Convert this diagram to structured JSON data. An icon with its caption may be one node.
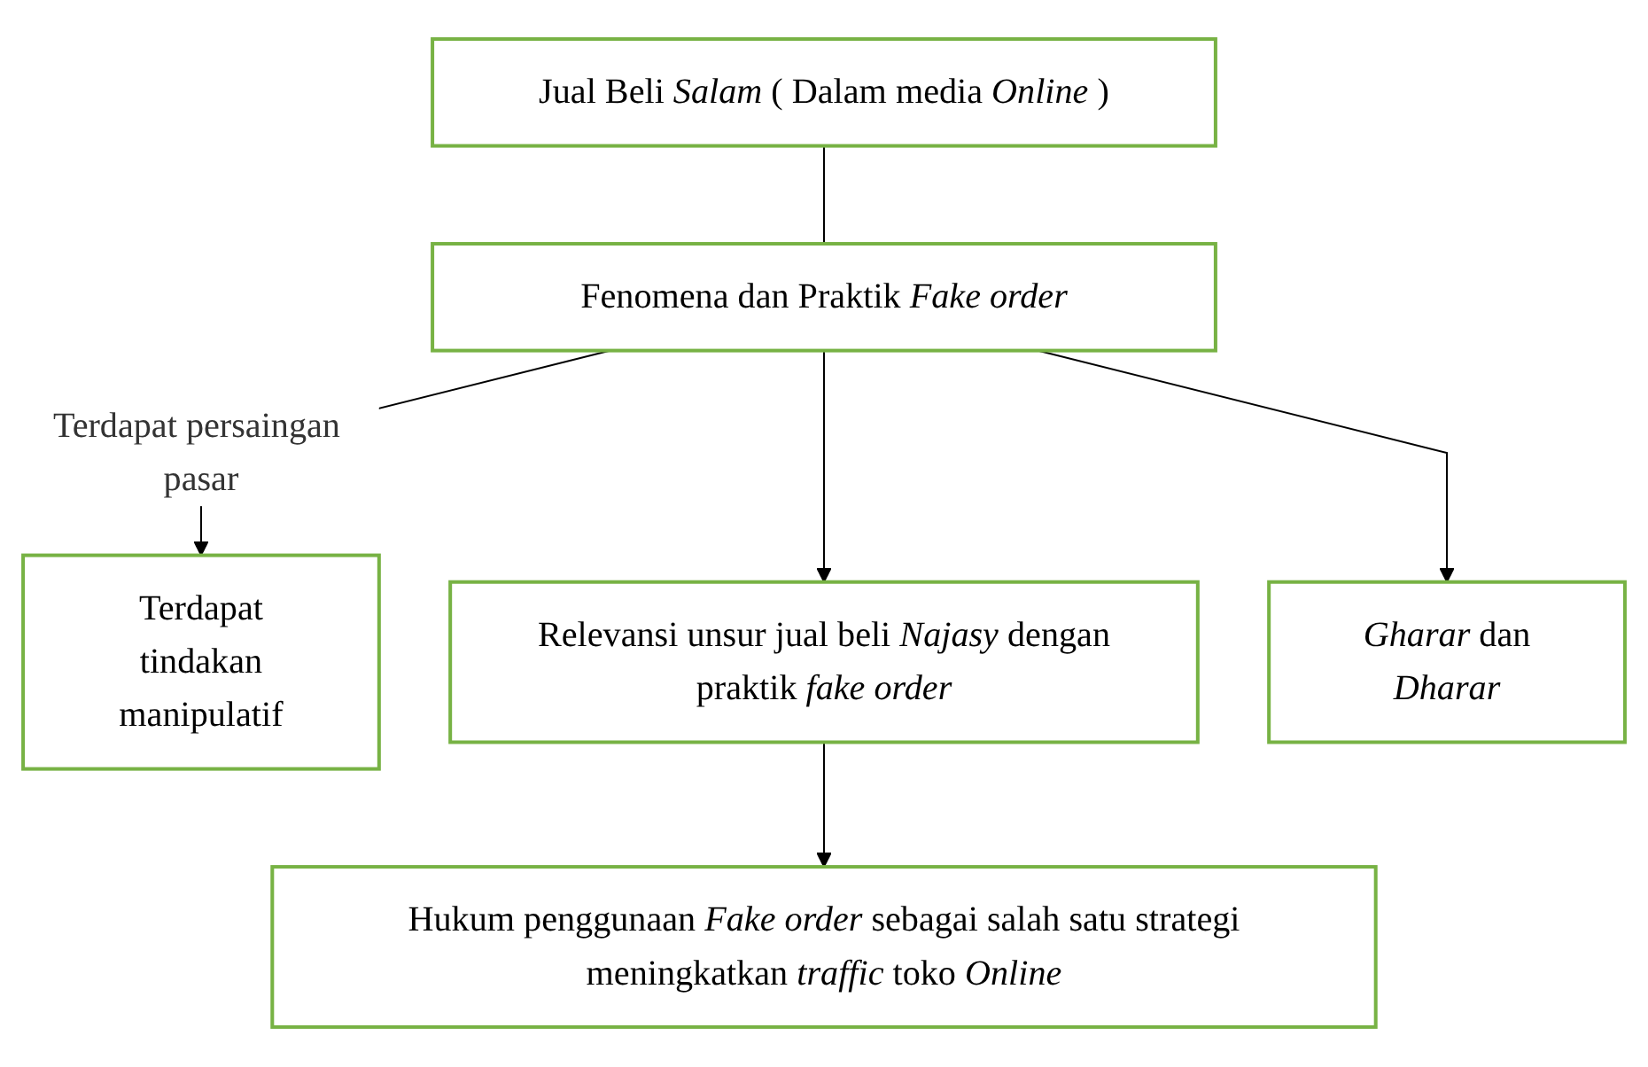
{
  "diagram": {
    "nodes": [
      {
        "text": [
          "Jual Beli *Salam* ( Dalam media *Online* )"
        ]
      },
      {
        "text": [
          "Fenomena dan Praktik *Fake order*"
        ]
      },
      {
        "text": [
          "Terdapat tindakan manipulatif"
        ]
      },
      {
        "text": [
          "Relevansi unsur jual beli *Najasy* dengan praktik *fake order*"
        ]
      },
      {
        "text": [
          "*Gharar* dan *Dharar*"
        ]
      },
      {
        "text": [
          "Hukum penggunaan *Fake order* sebagai salah satu strategi meningkatkan *traffic* toko *Online*"
        ]
      }
    ],
    "edges": [
      {
        "from": 0,
        "to": 1,
        "arrow": "none"
      },
      {
        "from": 1,
        "to": 2,
        "arrow": "to",
        "label": "Terdapat persaingan pasar"
      },
      {
        "from": 1,
        "to": 3,
        "arrow": "to"
      },
      {
        "from": 1,
        "to": 4,
        "arrow": "to"
      },
      {
        "from": 3,
        "to": 5,
        "arrow": "to"
      }
    ]
  }
}
